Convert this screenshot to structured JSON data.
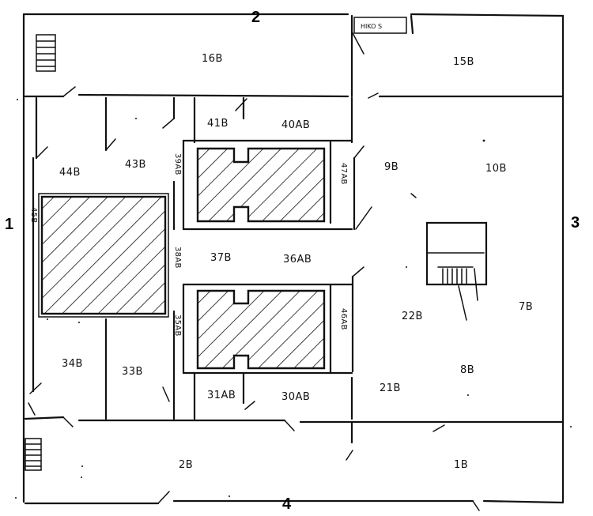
{
  "side_labels": {
    "north": "2",
    "west": "1",
    "east": "3",
    "south": "4"
  },
  "sign": {
    "text": "HIKO S"
  },
  "rooms": {
    "r16B": "16B",
    "r15B": "15B",
    "r44B": "44B",
    "r43B": "43B",
    "r41B": "41B",
    "r40AB": "40AB",
    "r39AB": "39AB",
    "r47AB": "47AB",
    "r45B": "45B",
    "r9B": "9B",
    "r10B": "10B",
    "r38AB": "38AB",
    "r37B": "37B",
    "r36AB": "36AB",
    "r35AB": "35AB",
    "r46AB": "46AB",
    "r22B": "22B",
    "r7B": "7B",
    "r34B": "34B",
    "r33B": "33B",
    "r31AB": "31AB",
    "r30AB": "30AB",
    "r21B": "21B",
    "r8B": "8B",
    "r2B": "2B",
    "r1B": "1B"
  }
}
